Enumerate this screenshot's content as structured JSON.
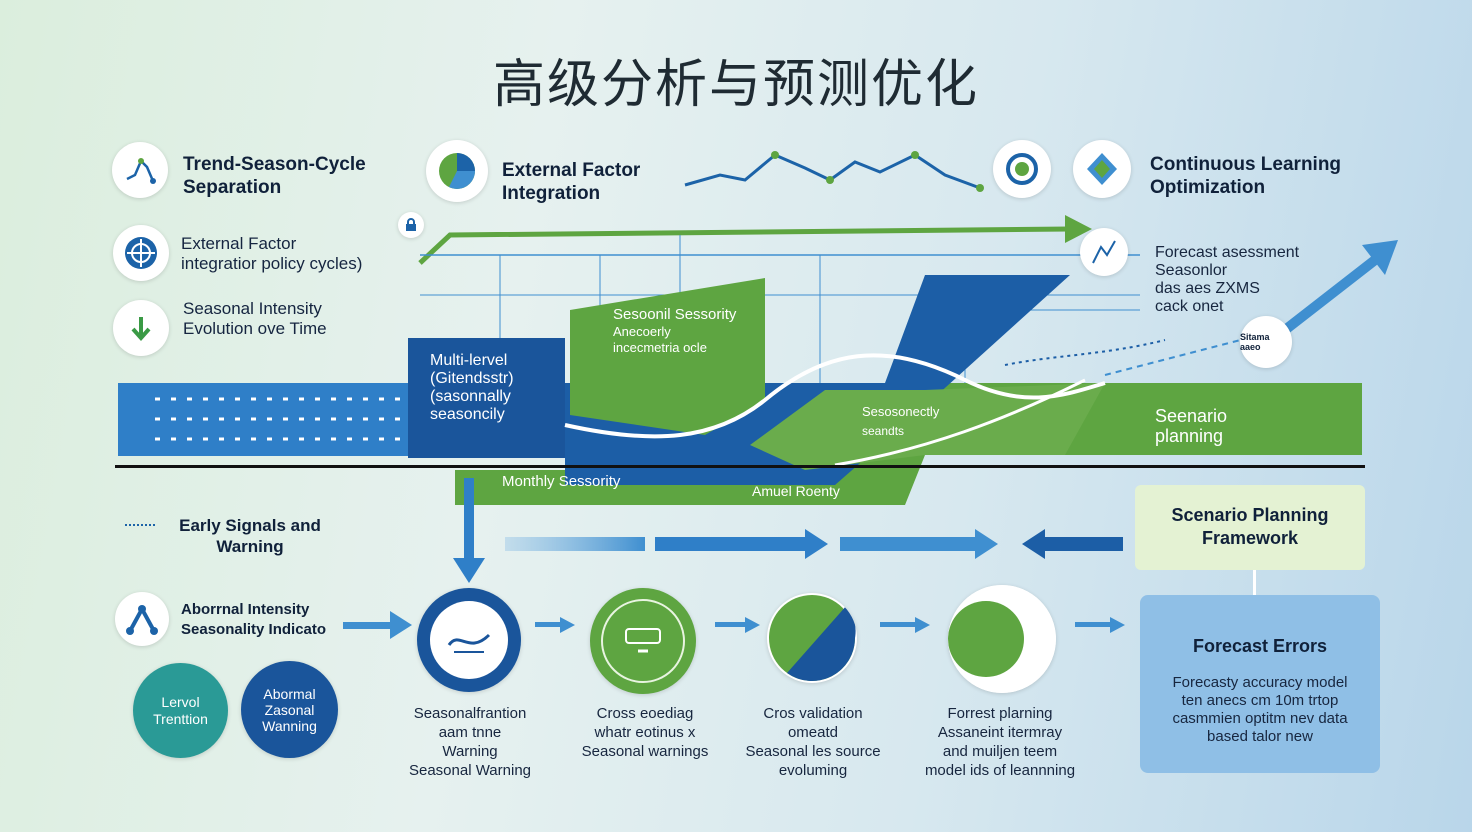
{
  "title": "高级分析与预测优化",
  "top_labels": {
    "trend": "Trend-Season-Cycle\nSeparation",
    "external_top": "External Factor\nIntegration",
    "continuous": "Continuous Learning\nOptimization"
  },
  "left_labels": {
    "external": "External Factor\nintegratior policy cycles)",
    "seasonal_intensity": "Seasonal Intensity\nEvolution ove Time",
    "early": "Early Signals and\nWarning",
    "abnormal": "Aborrnal Intensity\nSeasonality Indicato"
  },
  "bubbles": {
    "level": "Lervol\nTrenttion",
    "abnormal": "Abormal\nZasonal\nWanning"
  },
  "diagram": {
    "multi_level": "Multi-lervel\n(Gitendsstr)\n(sasonnally\nseasoncily",
    "green_top": "Sesoonil Sessority",
    "green_top_sub": "Anecoerly\nincecmetria ocle",
    "green_mid": "Sesosonectly",
    "green_mid_sub": "seandts",
    "monthly": "Monthly Sessority",
    "annual": "Amuel Roenty",
    "scenario_band": "Seenario\nplanning"
  },
  "right_labels": {
    "forecast_assess": "Forecast asessment\nSeasonlor\ndas aes ZXMS\ncack onet",
    "badge": "Sitama aaeo"
  },
  "boxes": {
    "scenario_framework": "Scenario Planning\nFramework",
    "forecast_errors": "Forecast Errors",
    "forecast_errors_body": "Forecasty accuracy model\nten anecs cm 10m trtop\ncasmmien optitm nev data\nbased talor new"
  },
  "stages": [
    {
      "caption": "Seasonalfrantion\naam tnne\nWarning\nSeasonal Warning"
    },
    {
      "caption": "Cross eoediag\nwhatr eotinus x\nSeasonal warnings"
    },
    {
      "caption": "Cros validation\nomeatd\nSeasonal les source\nevoluming"
    },
    {
      "caption": "Forrest plarning\nAssaneint itermray\nand muiljen teem\nmodel ids of leannning"
    }
  ],
  "colors": {
    "blue": "#1c63a8",
    "green": "#5ea541",
    "light_blue": "#3f8fd0",
    "dark": "#10213a"
  }
}
